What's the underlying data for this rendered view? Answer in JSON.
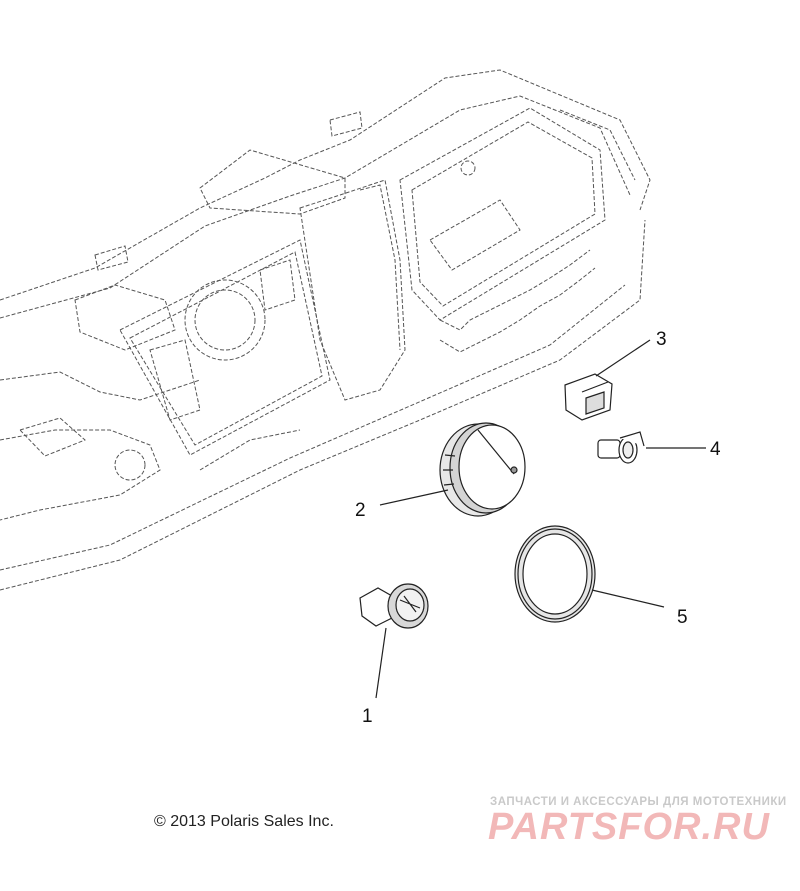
{
  "callouts": [
    {
      "id": "1",
      "label": "1"
    },
    {
      "id": "2",
      "label": "2"
    },
    {
      "id": "3",
      "label": "3"
    },
    {
      "id": "4",
      "label": "4"
    },
    {
      "id": "5",
      "label": "5"
    }
  ],
  "copyright": "© 2013 Polaris Sales Inc.",
  "watermark": {
    "tagline": "ЗАПЧАСТИ И АКСЕССУАРЫ ДЛЯ МОТОТЕХНИКИ",
    "logo": "PARTSFOR.RU",
    "color": "#e88a8a"
  }
}
